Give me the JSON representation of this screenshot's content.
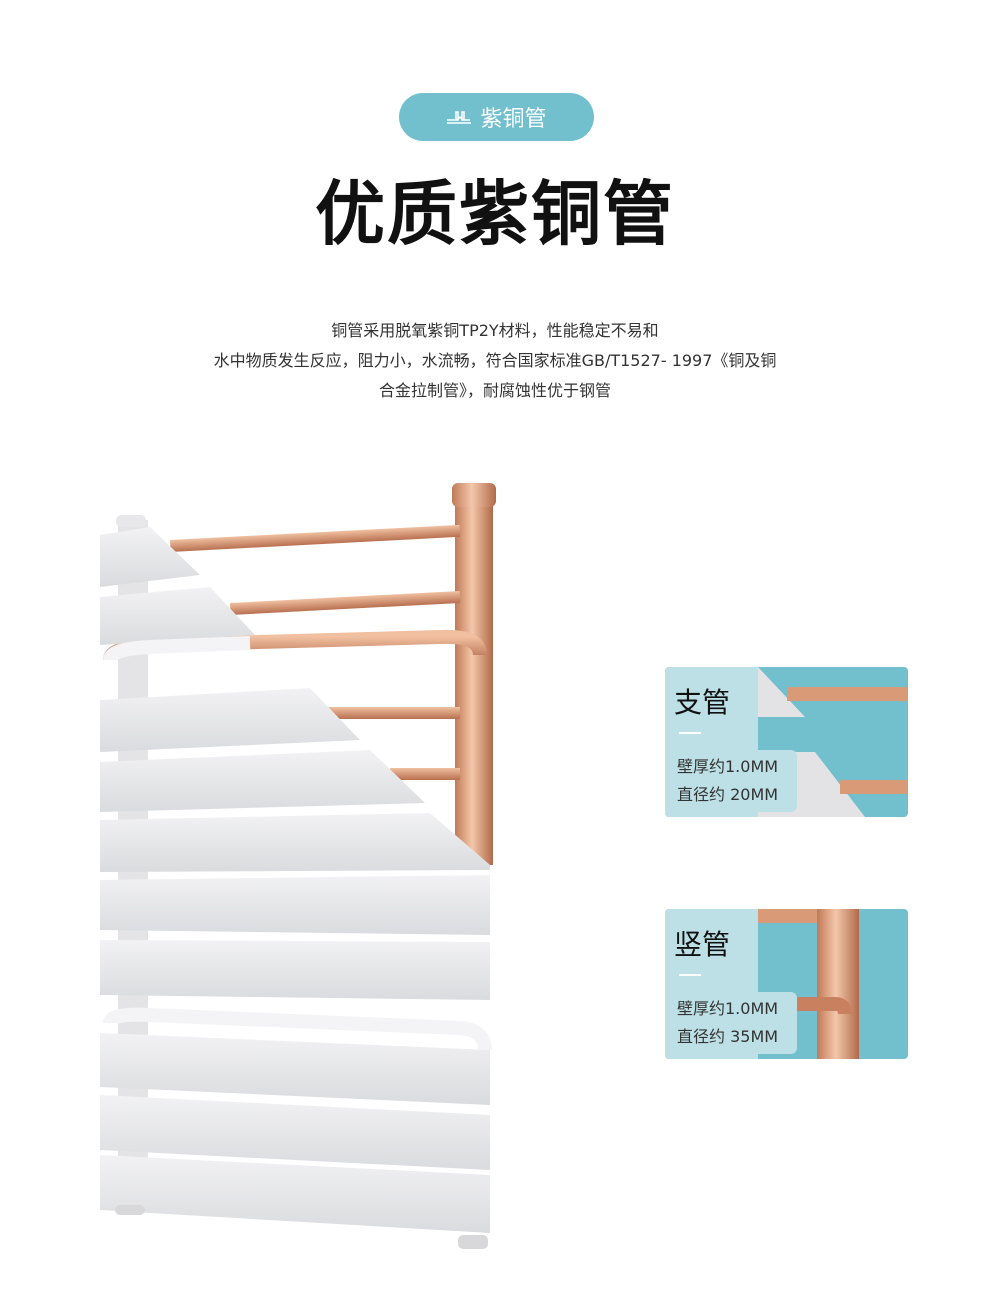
{
  "badge": {
    "icon": "pipe-icon",
    "label": "紫铜管"
  },
  "title": "优质紫铜管",
  "description": [
    "铜管采用脱氧紫铜TP2Y材料，性能稳定不易和",
    "水中物质发生反应，阻力小，水流畅，符合国家标准GB/T1527- 1997《铜及铜",
    "合金拉制管》，耐腐蚀性优于钢管"
  ],
  "cards": [
    {
      "name": "支管",
      "wall": "壁厚约1.0MM",
      "diameter": "直径约 20MM"
    },
    {
      "name": "竖管",
      "wall": "壁厚约1.0MM",
      "diameter": "直径约 35MM"
    }
  ],
  "colors": {
    "accent": "#72bfcd",
    "panel": "#bde0e6",
    "copper": "#d99a78"
  }
}
